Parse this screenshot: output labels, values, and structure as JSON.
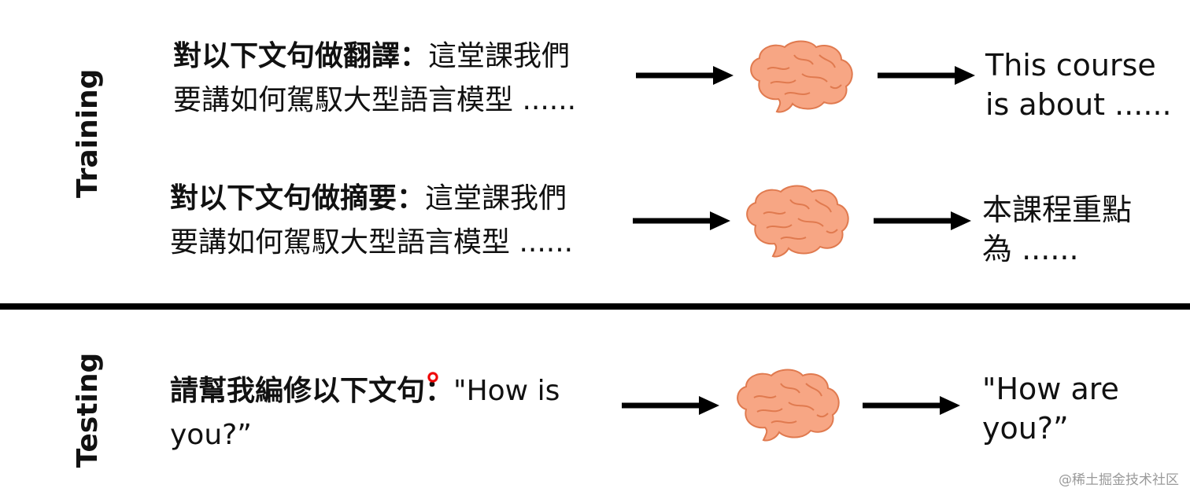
{
  "sections": {
    "training_label": "Training",
    "testing_label": "Testing"
  },
  "rows": [
    {
      "input_task": "對以下文句做翻譯",
      "input_sep": "：",
      "input_text_line1": "這堂課我們",
      "input_text_line2": "要講如何駕馭大型語言模型 ......",
      "output_line1": "This course",
      "output_line2": "is about ......"
    },
    {
      "input_task": "對以下文句做摘要",
      "input_sep": "：",
      "input_text_line1": "這堂課我們",
      "input_text_line2": "要講如何駕馭大型語言模型 ......",
      "output_line1": "本課程重點",
      "output_line2": "為 ......"
    },
    {
      "input_task": "請幫我編修以下文句",
      "input_sep": "：",
      "input_text_line1": "\"How is",
      "input_text_line2": "you?”",
      "output_line1": "\"How are",
      "output_line2": "you?”"
    }
  ],
  "icons": {
    "model": "brain-icon",
    "flow": "arrow-right-icon"
  },
  "colors": {
    "brain_fill": "#f7a684",
    "brain_stroke": "#e07a4f",
    "divider": "#000000"
  },
  "watermark": "@稀土掘金技术社区"
}
